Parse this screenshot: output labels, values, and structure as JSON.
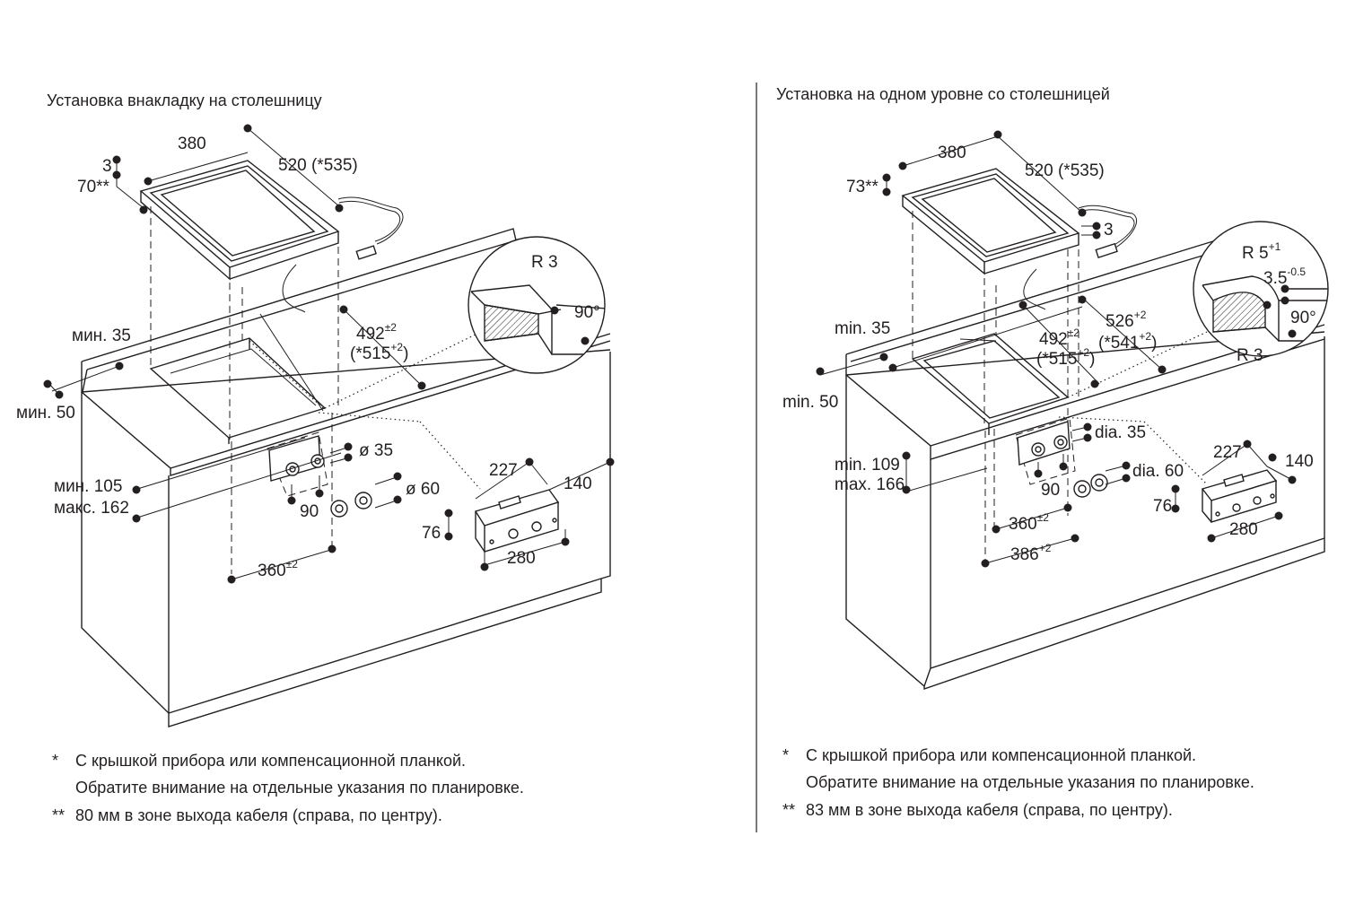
{
  "left": {
    "title": "Установка внакладку на столешницу",
    "dims": {
      "d380": "380",
      "d520": "520 (*535)",
      "d3": "3",
      "d70": "70**",
      "min35": "мин. 35",
      "min50": "мин. 50",
      "d492": "492",
      "d492tol": "±2",
      "d515": "(*515",
      "d515tol": "+2",
      "d515close": ")",
      "r3": "R 3",
      "a90": "90°",
      "min105": "мин. 105",
      "max162": "макс. 162",
      "dia35": "ø 35",
      "dia60": "ø 60",
      "d90": "90",
      "d360": "360",
      "d360tol": "±2",
      "d227": "227",
      "d140": "140",
      "d76": "76",
      "d280": "280"
    },
    "notes": [
      {
        "mark": "*",
        "text": "С крышкой прибора или компенсационной планкой."
      },
      {
        "mark": "",
        "text": "Обратите внимание на отдельные указания по планировке."
      },
      {
        "mark": "**",
        "text": "80 мм в зоне выхода кабеля (справа, по центру)."
      }
    ]
  },
  "right": {
    "title": "Установка на одном уровне со столешницей",
    "dims": {
      "d380": "380",
      "d520": "520 (*535)",
      "d73": "73**",
      "d3": "3",
      "r5": "R 5",
      "r5tol": "+1",
      "d35": "3.5",
      "d35tol": "-0.5",
      "a90": "90°",
      "r3": "R 3",
      "min35": "min. 35",
      "min50": "min. 50",
      "d492": "492",
      "d492tol": "±2",
      "d515": "(*515",
      "d515tol": "+2",
      "d515close": ")",
      "d526": "526",
      "d526tol": "+2",
      "d541": "(*541",
      "d541tol": "+2",
      "d541close": ")",
      "dia35": "dia. 35",
      "dia60": "dia. 60",
      "min109": "min. 109",
      "max166": "max. 166",
      "d90": "90",
      "d360": "360",
      "d360tol": "±2",
      "d386": "386",
      "d386tol": "+2",
      "d227": "227",
      "d140": "140",
      "d76": "76",
      "d280": "280"
    },
    "notes": [
      {
        "mark": "*",
        "text": "С крышкой прибора или компенсационной планкой."
      },
      {
        "mark": "",
        "text": "Обратите внимание на отдельные указания по планировке."
      },
      {
        "mark": "**",
        "text": "83 мм в зоне выхода кабеля (справа, по центру)."
      }
    ]
  }
}
